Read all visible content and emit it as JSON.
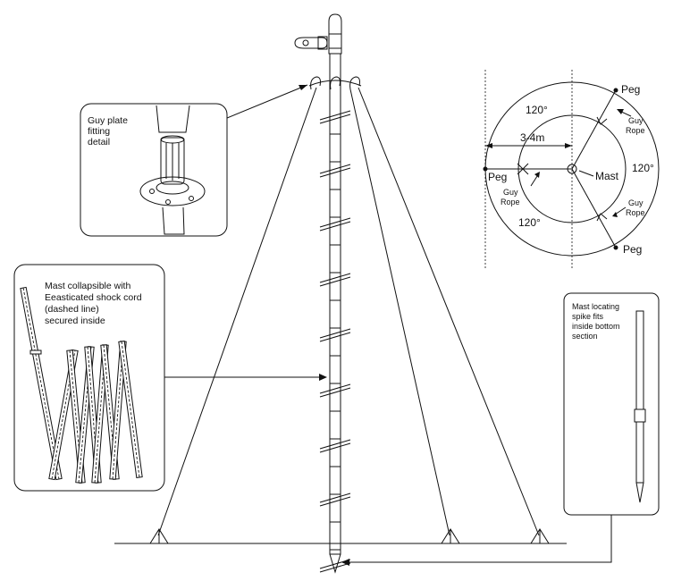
{
  "guy_plate_box": {
    "lines": [
      "Guy plate",
      "fitting",
      "detail"
    ]
  },
  "collapsible_box": {
    "lines": [
      "Mast collapsible with",
      "Eeasticated shock cord",
      "(dashed line)",
      "secured inside"
    ]
  },
  "spike_box": {
    "lines": [
      "Mast locating",
      "spike fits",
      "inside bottom",
      "section"
    ]
  },
  "layout_diagram": {
    "angle_top": "120°",
    "angle_right": "120°",
    "angle_bottom": "120°",
    "distance": "3-4m",
    "center_label": "Mast",
    "peg_top": "Peg",
    "peg_left": "Peg",
    "peg_bottom": "Peg",
    "rope_left": [
      "Guy",
      "Rope"
    ],
    "rope_top": [
      "Guy",
      "Rope"
    ],
    "rope_bottom": [
      "Guy",
      "Rope"
    ]
  }
}
